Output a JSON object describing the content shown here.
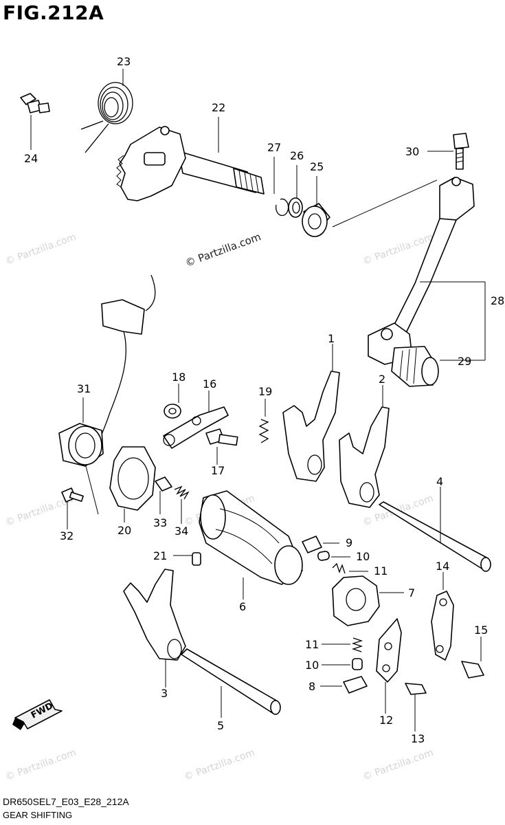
{
  "figure": {
    "title": "FIG.212A",
    "code": "DR650SEL7_E03_E28_212A",
    "name": "GEAR SHIFTING"
  },
  "watermark": {
    "text": "© Partzilla.com"
  },
  "direction_badge": {
    "label": "FWD"
  },
  "callouts": {
    "c1": "1",
    "c2": "2",
    "c3": "3",
    "c4": "4",
    "c5": "5",
    "c6": "6",
    "c7": "7",
    "c8": "8",
    "c9": "9",
    "c10a": "10",
    "c10b": "10",
    "c11a": "11",
    "c11b": "11",
    "c12": "12",
    "c13": "13",
    "c14": "14",
    "c15": "15",
    "c16": "16",
    "c17": "17",
    "c18": "18",
    "c19": "19",
    "c20": "20",
    "c21": "21",
    "c22": "22",
    "c23": "23",
    "c24": "24",
    "c25": "25",
    "c26": "26",
    "c27": "27",
    "c28": "28",
    "c29": "29",
    "c30": "30",
    "c31": "31",
    "c32": "32",
    "c33": "33",
    "c34": "34"
  }
}
